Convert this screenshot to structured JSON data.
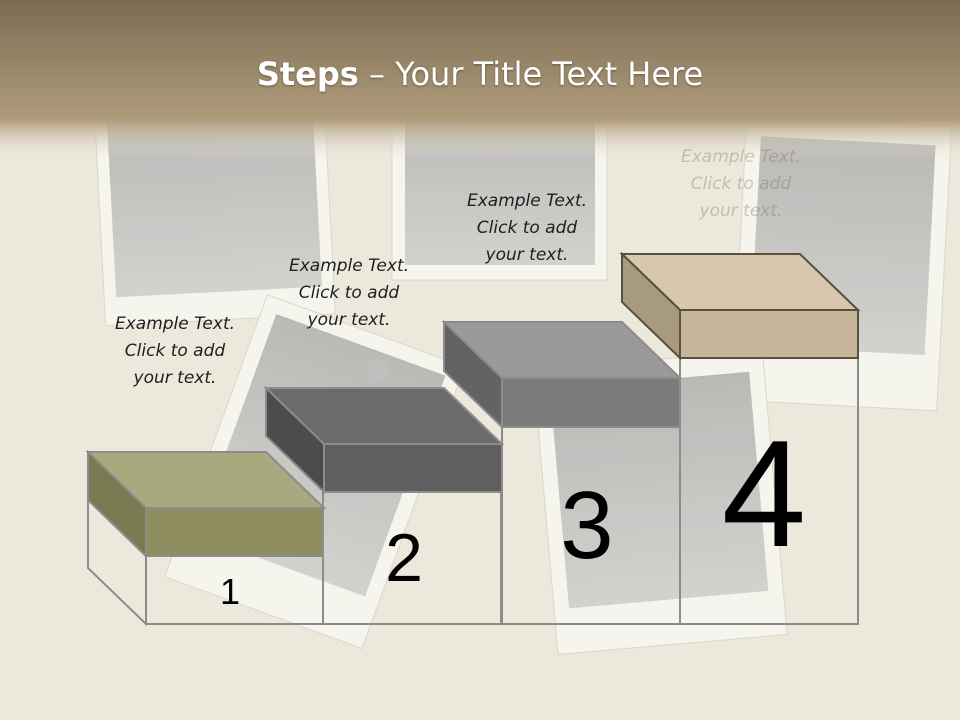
{
  "slide": {
    "title_bold": "Steps",
    "title_dash": "– ",
    "title_rest": "Your Title Text Here"
  },
  "steps": [
    {
      "number": "1",
      "label_line1": "Example Text.",
      "label_line2": "Click  to add",
      "label_line3": "your text."
    },
    {
      "number": "2",
      "label_line1": "Example Text.",
      "label_line2": "Click  to add",
      "label_line3": "your text."
    },
    {
      "number": "3",
      "label_line1": "Example Text.",
      "label_line2": "Click  to add",
      "label_line3": "your text."
    },
    {
      "number": "4",
      "label_line1": "Example Text.",
      "label_line2": "Click  to add",
      "label_line3": "your text."
    }
  ],
  "colors": {
    "header_band": "#857557",
    "step1_top": "#a9a980",
    "step1_front": "#8e8d60",
    "step2_front": "#5f5f5f",
    "step3_front": "#7b7b7b",
    "step4_front": "#c7b59a",
    "outline": "#8c8c8c"
  }
}
